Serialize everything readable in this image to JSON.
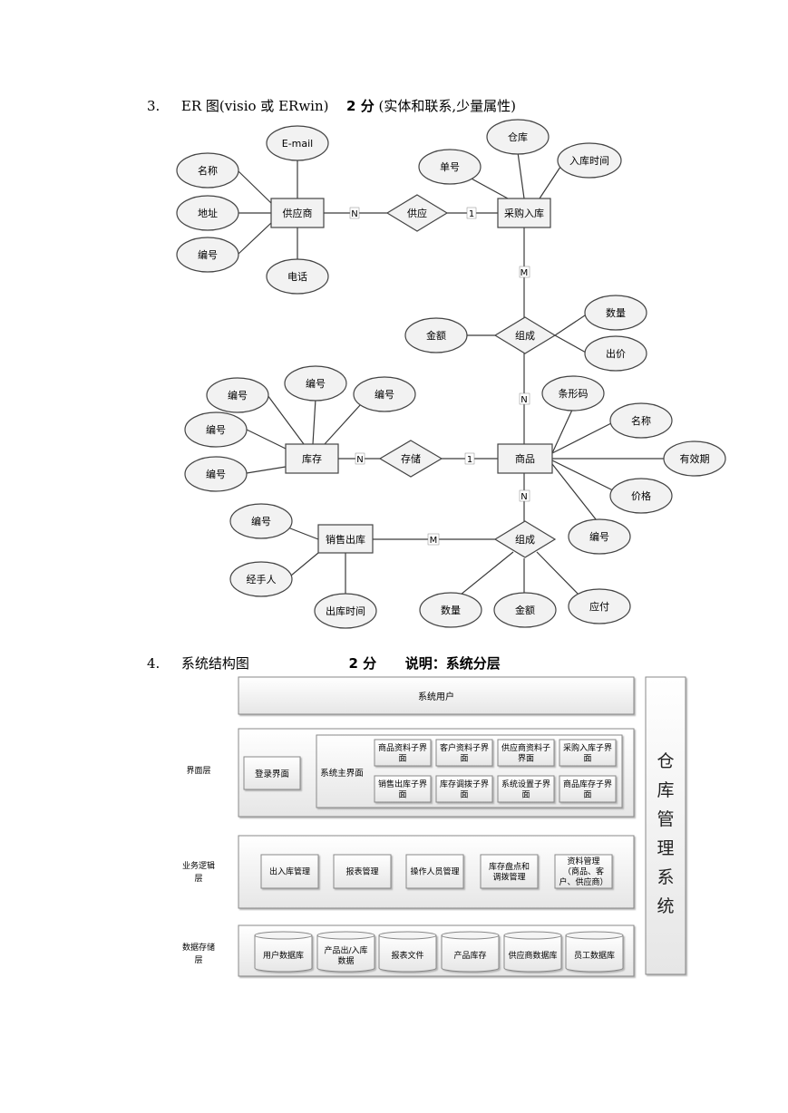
{
  "section3": {
    "number": "3.",
    "title": "ER 图(visio 或 ERwin)",
    "score": "2 分",
    "note": "(实体和联系,少量属性)"
  },
  "er": {
    "entities": {
      "supplier": "供应商",
      "purchase": "采购入库",
      "inventory": "库存",
      "product": "商品",
      "sales": "销售出库"
    },
    "relations": {
      "supply": "供应",
      "compose_top": "组成",
      "store": "存储",
      "compose_bottom": "组成"
    },
    "attributes": {
      "sup_email": "E-mail",
      "sup_name": "名称",
      "sup_addr": "地址",
      "sup_id": "编号",
      "sup_phone": "电话",
      "pur_order": "单号",
      "pur_wh": "仓库",
      "pur_time": "入库时间",
      "ct_amount": "金额",
      "ct_qty": "数量",
      "ct_price": "出价",
      "inv_id1": "编号",
      "inv_id2": "编号",
      "inv_id3": "编号",
      "inv_id4": "编号",
      "inv_id5": "编号",
      "prod_barcode": "条形码",
      "prod_name": "名称",
      "prod_expiry": "有效期",
      "prod_price": "价格",
      "prod_id": "编号",
      "sal_id": "编号",
      "sal_handler": "经手人",
      "sal_time": "出库时间",
      "cb_qty": "数量",
      "cb_amount": "金额",
      "cb_payable": "应付"
    },
    "cardinalities": {
      "sup_supply": "N",
      "supply_pur": "1",
      "pur_compose": "M",
      "compose_prod": "N",
      "inv_store": "N",
      "store_prod": "1",
      "prod_compose": "N",
      "sales_compose": "M"
    }
  },
  "section4": {
    "number": "4.",
    "title": "系统结构图",
    "score": "2 分",
    "note": "说明：系统分层"
  },
  "arch": {
    "system_user": "系统用户",
    "side_title": "仓库管理系统",
    "layers": {
      "ui": "界面层",
      "logic_line1": "业务逻辑",
      "logic_line2": "层",
      "data_line1": "数据存储",
      "data_line2": "层"
    },
    "login": "登录界面",
    "main_ui": "系统主界面",
    "sub_ui": [
      [
        "商品资料子界",
        "面"
      ],
      [
        "客户资料子界",
        "面"
      ],
      [
        "供应商资料子",
        "界面"
      ],
      [
        "采购入库子界",
        "面"
      ],
      [
        "销售出库子界",
        "面"
      ],
      [
        "库存调拨子界",
        "面"
      ],
      [
        "系统设置子界",
        "面"
      ],
      [
        "商品库存子界",
        "面"
      ]
    ],
    "logic": [
      [
        "出入库管理"
      ],
      [
        "报表管理"
      ],
      [
        "操作人员管理"
      ],
      [
        "库存盘点和",
        "调拨管理"
      ],
      [
        "资料管理",
        "（商品、客",
        "户、供应商）"
      ]
    ],
    "data": [
      [
        "用户数据库"
      ],
      [
        "产品出/入库",
        "数据"
      ],
      [
        "报表文件"
      ],
      [
        "产品库存"
      ],
      [
        "供应商数据库"
      ],
      [
        "员工数据库"
      ]
    ]
  }
}
